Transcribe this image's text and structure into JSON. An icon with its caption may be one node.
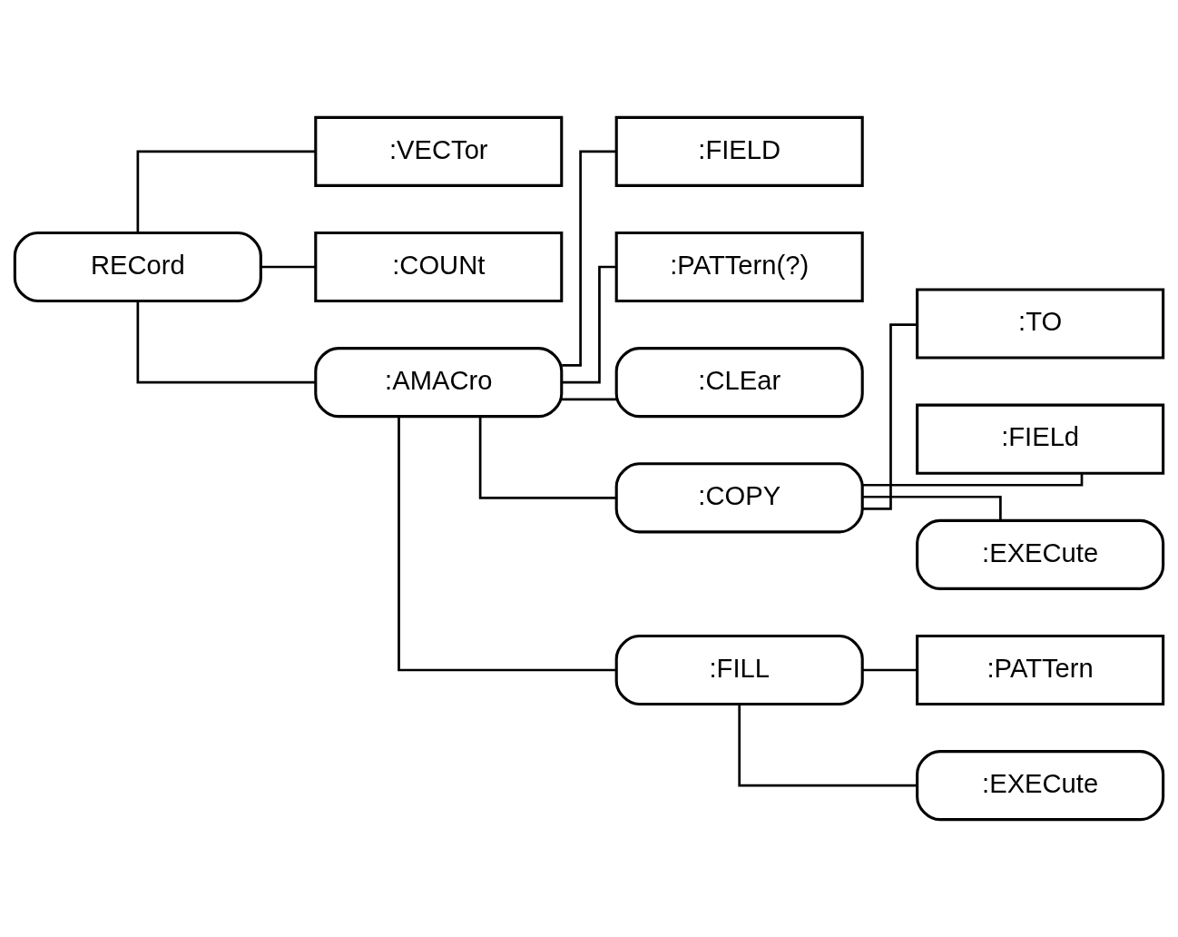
{
  "diagram": {
    "nodes": [
      {
        "text": [
          "RECord"
        ]
      },
      {
        "text": [
          ":VECTor"
        ]
      },
      {
        "text": [
          ":COUNt"
        ]
      },
      {
        "text": [
          ":AMACro"
        ]
      },
      {
        "text": [
          ":FIELD"
        ]
      },
      {
        "text": [
          ":PATTern(?)"
        ]
      },
      {
        "text": [
          ":CLEar"
        ]
      },
      {
        "text": [
          ":COPY"
        ]
      },
      {
        "text": [
          ":TO"
        ]
      },
      {
        "text": [
          ":FIELd"
        ]
      },
      {
        "text": [
          ":EXECute"
        ]
      },
      {
        "text": [
          ":FILL"
        ]
      },
      {
        "text": [
          ":PATTern"
        ]
      },
      {
        "text": [
          ":EXECute"
        ]
      }
    ],
    "edges": [
      {
        "from": 0,
        "to": 1,
        "arrow": "none"
      },
      {
        "from": 0,
        "to": 2,
        "arrow": "none"
      },
      {
        "from": 0,
        "to": 3,
        "arrow": "none"
      },
      {
        "from": 3,
        "to": 4,
        "arrow": "none"
      },
      {
        "from": 3,
        "to": 5,
        "arrow": "none"
      },
      {
        "from": 3,
        "to": 6,
        "arrow": "none"
      },
      {
        "from": 3,
        "to": 7,
        "arrow": "none"
      },
      {
        "from": 3,
        "to": 11,
        "arrow": "none"
      },
      {
        "from": 7,
        "to": 8,
        "arrow": "none"
      },
      {
        "from": 7,
        "to": 9,
        "arrow": "none"
      },
      {
        "from": 7,
        "to": 10,
        "arrow": "none"
      },
      {
        "from": 11,
        "to": 12,
        "arrow": "none"
      },
      {
        "from": 11,
        "to": 13,
        "arrow": "none"
      }
    ]
  }
}
